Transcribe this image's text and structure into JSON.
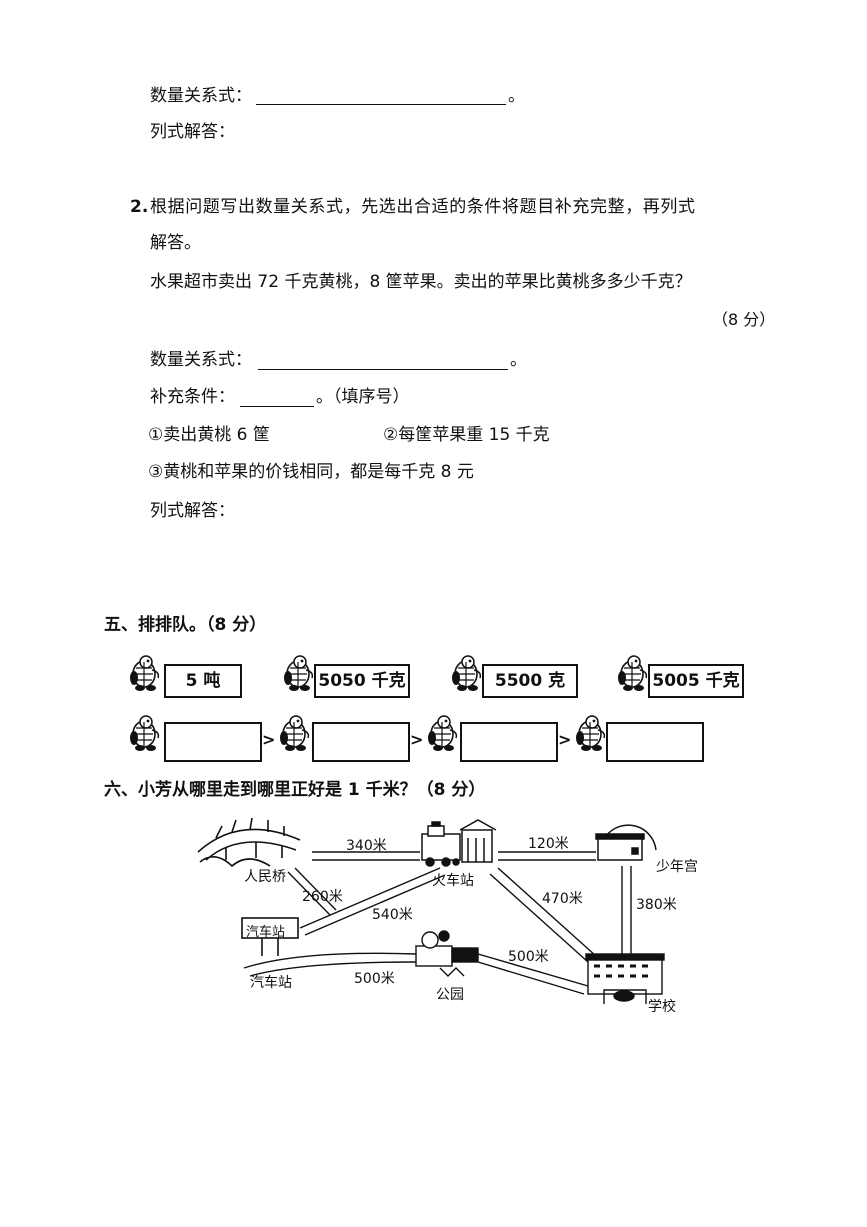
{
  "part4": {
    "q1_relation_label": "数量关系式：",
    "q1_relation_end": "。",
    "q1_solve_label": "列式解答：",
    "q2_number": "2.",
    "q2_instruction_line1": "根据问题写出数量关系式，先选出合适的条件将题目补充完整，再列式",
    "q2_instruction_line2": "解答。",
    "q2_problem": "水果超市卖出 72 千克黄桃，8 筐苹果。卖出的苹果比黄桃多多少千克？",
    "q2_score": "（8 分）",
    "q2_relation_label": "数量关系式：",
    "q2_relation_end": "。",
    "q2_supplement_label": "补充条件：",
    "q2_supplement_end": "。（填序号）",
    "q2_option1": "①卖出黄桃 6 筐",
    "q2_option2": "②每筐苹果重 15 千克",
    "q2_option3": "③黄桃和苹果的价钱相同，都是每千克 8 元",
    "q2_solve_label": "列式解答："
  },
  "part5": {
    "heading": "五、排排队。（8 分）",
    "items": [
      "5 吨",
      "5050 千克",
      "5500 克",
      "5005 千克"
    ],
    "comparator": ">"
  },
  "part6": {
    "heading": "六、小芳从哪里走到哪里正好是 1 千米？（8 分）",
    "places": {
      "bridge": "人民桥",
      "train_station": "火车站",
      "youth_palace": "少年宫",
      "bus_station_sign": "汽车站",
      "bus_station": "汽车站",
      "park": "公园",
      "school": "学校"
    },
    "distances": {
      "bridge_train": "340米",
      "train_palace": "120米",
      "bridge_bus": "260米",
      "bus_train": "540米",
      "train_school": "470米",
      "palace_school": "380米",
      "bus_park": "500米",
      "park_school": "500米"
    }
  }
}
